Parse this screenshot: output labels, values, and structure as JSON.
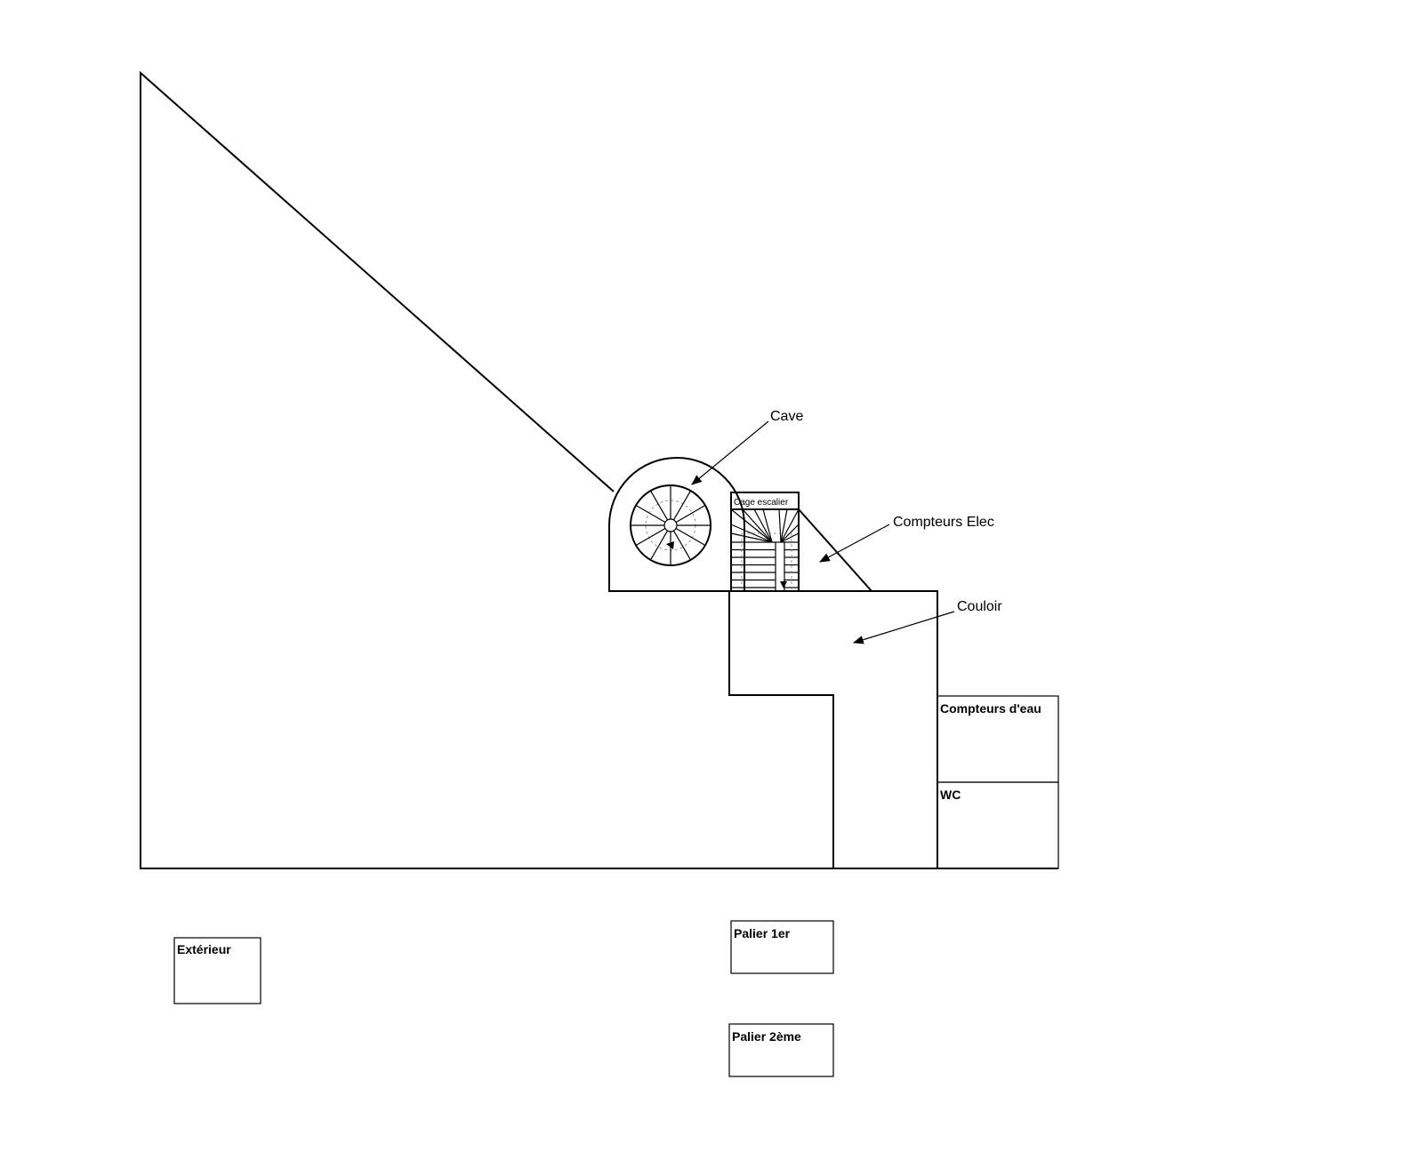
{
  "labels": {
    "cave": "Cave",
    "cage_escalier": "Cage escalier",
    "compteurs_elec": "Compteurs Elec",
    "couloir": "Couloir",
    "compteurs_eau": "Compteurs d'eau",
    "wc": "WC",
    "exterieur": "Extérieur",
    "palier_1er": "Palier 1er",
    "palier_2eme": "Palier 2ème"
  },
  "colors": {
    "stroke": "#000000",
    "background": "#ffffff"
  }
}
